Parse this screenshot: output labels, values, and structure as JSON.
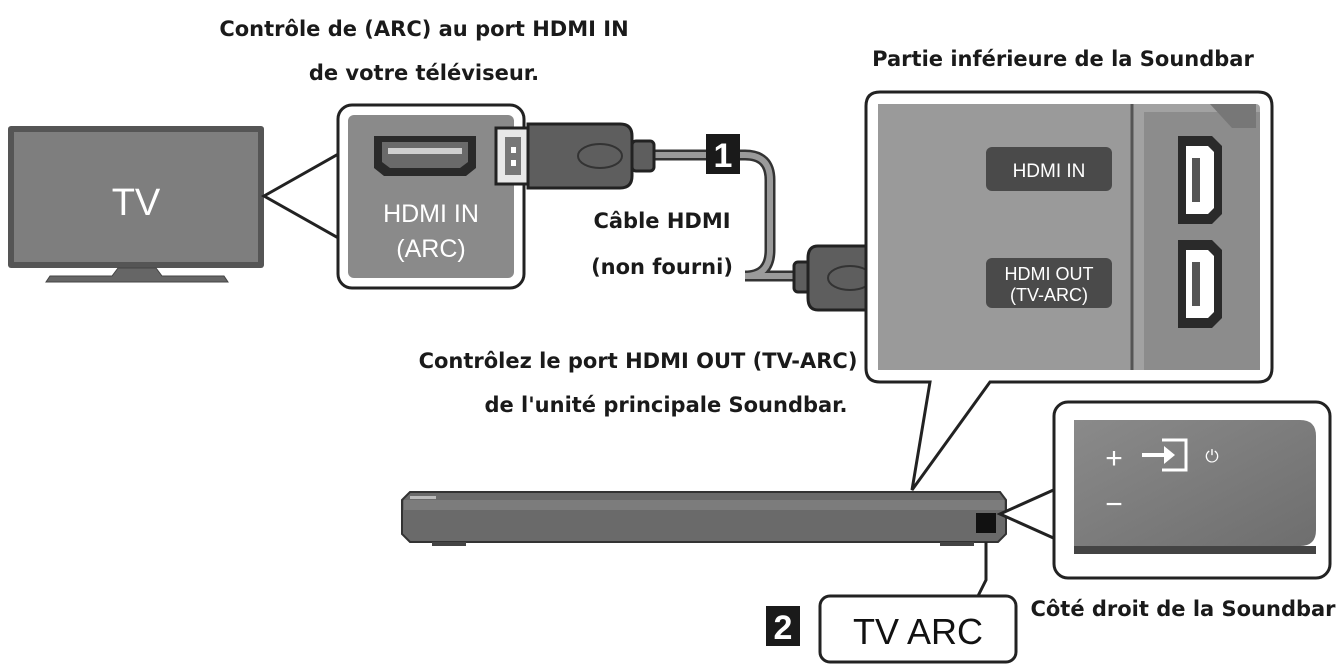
{
  "captions": {
    "top_line1": "Contrôle de (ARC) au port HDMI IN",
    "top_line2": "de votre téléviseur.",
    "bottom_line": "Partie inférieure de la Soundbar",
    "cable_line1": "Câble HDMI",
    "cable_line2": "(non fourni)",
    "out_line1": "Contrôlez le port HDMI OUT (TV-ARC)",
    "out_line2": "de l'unité principale Soundbar.",
    "right_side": "Côté droit de la Soundbar"
  },
  "tv": {
    "label": "TV"
  },
  "tv_port": {
    "line1": "HDMI IN",
    "line2": "(ARC)"
  },
  "soundbar_ports": {
    "in_label": "HDMI IN",
    "out_line1": "HDMI OUT",
    "out_line2": "(TV-ARC)"
  },
  "steps": {
    "step1": "1",
    "step2": "2",
    "step2_label": "TV ARC"
  },
  "side_buttons": {
    "plus": "+",
    "minus": "−",
    "power_symbol": "⏻"
  }
}
